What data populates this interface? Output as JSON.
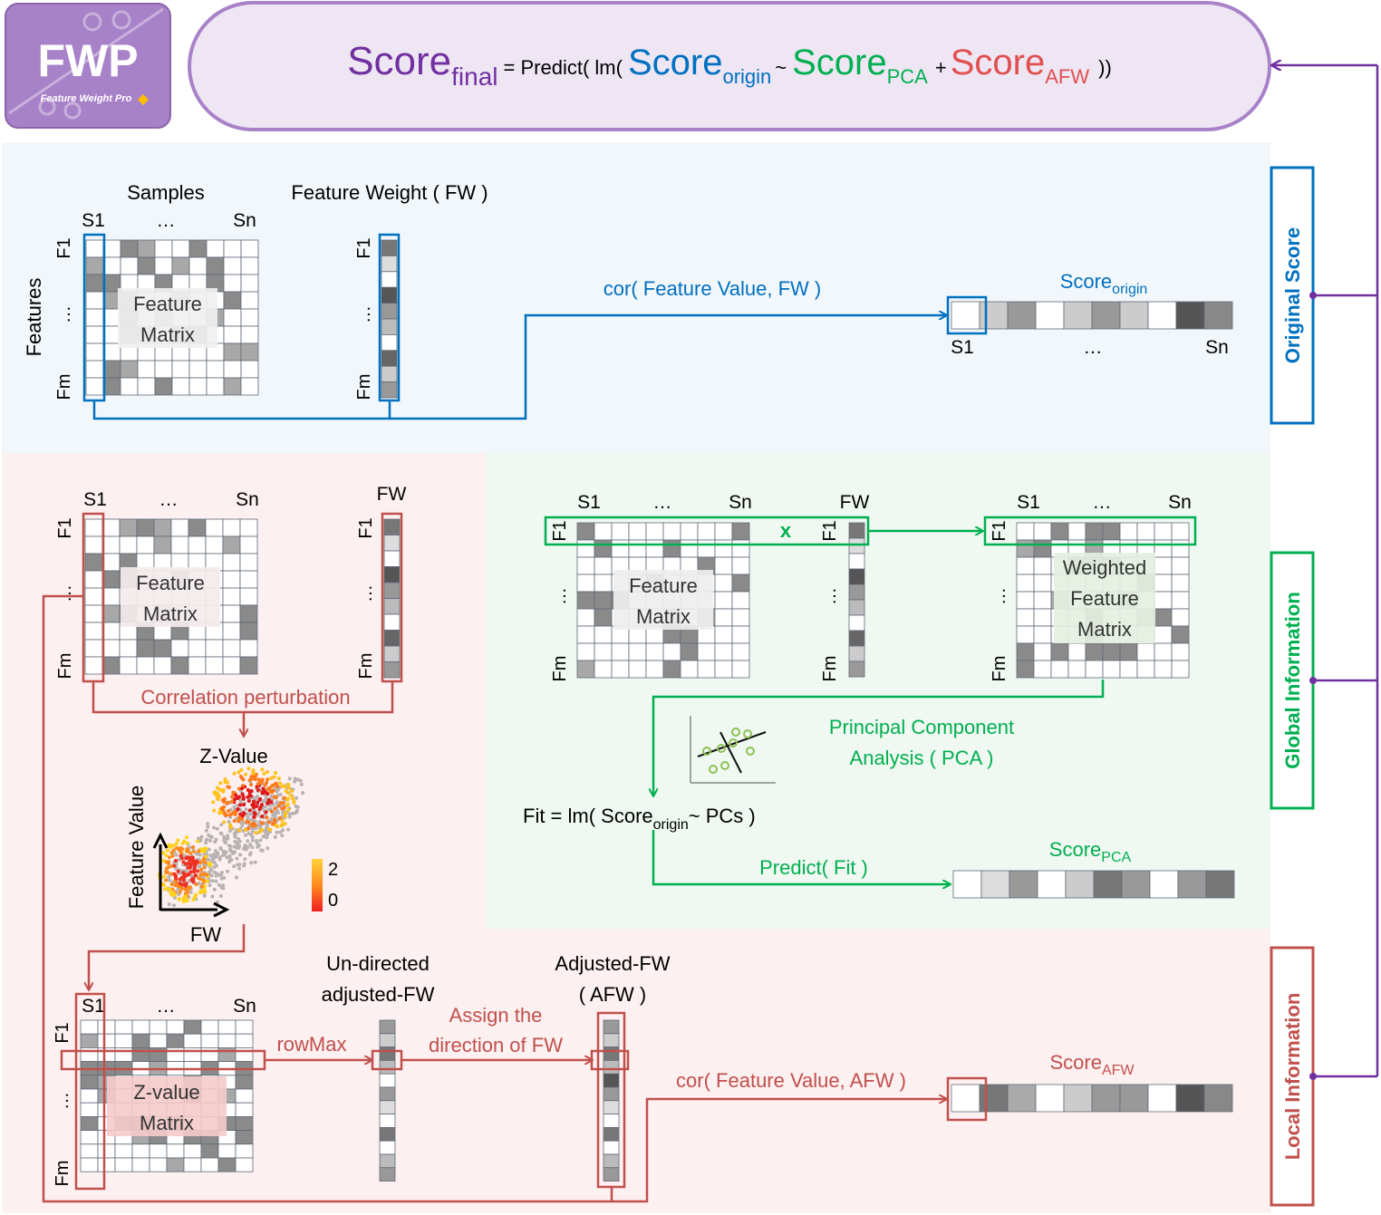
{
  "logo": {
    "title": "FWP",
    "subtitle": "Feature Weight Pro",
    "bg_color": "#a882c8",
    "border_color": "#8a64aa"
  },
  "formula": {
    "score": "Score",
    "final_sub": "final",
    "eq": "= Predict( lm(",
    "origin_sub": "origin",
    "tilde": "~",
    "pca_sub": "PCA",
    "plus": "+",
    "afw_sub": "AFW",
    "close": "))"
  },
  "original": {
    "samples": "Samples",
    "fw_title": "Feature Weight ( FW )",
    "s1": "S1",
    "dots": "…",
    "sn": "Sn",
    "features": "Features",
    "f1": "F1",
    "vdots": "…",
    "fm": "Fm",
    "matrix_line1": "Feature",
    "matrix_line2": "Matrix",
    "cor_label": "cor( Feature Value, FW )",
    "score_word": "Score",
    "score_sub": "origin",
    "side_label": "Original Score"
  },
  "local": {
    "s1": "S1",
    "dots": "…",
    "sn": "Sn",
    "fw": "FW",
    "f1": "F1",
    "vdots": "…",
    "fm": "Fm",
    "matrix_line1": "Feature",
    "matrix_line2": "Matrix",
    "corr_pert": "Correlation perturbation",
    "zvalue_title": "Z-Value",
    "feature_value_axis": "Feature Value",
    "fw_axis": "FW",
    "legend_max": "2",
    "legend_min": "0",
    "zmatrix_line1": "Z-value",
    "zmatrix_line2": "Matrix",
    "rowmax": "rowMax",
    "undirected_line1": "Un-directed",
    "undirected_line2": "adjusted-FW",
    "assign_line1": "Assign the",
    "assign_line2": "direction of FW",
    "adjusted_line1": "Adjusted-FW",
    "adjusted_line2": "( AFW )",
    "cor_afw": "cor( Feature Value, AFW )",
    "score_word": "Score",
    "score_sub": "AFW",
    "side_label": "Local Information"
  },
  "global": {
    "s1": "S1",
    "dots": "…",
    "sn": "Sn",
    "fw": "FW",
    "f1": "F1",
    "vdots": "…",
    "fm": "Fm",
    "x": "x",
    "matrix_line1": "Feature",
    "matrix_line2": "Matrix",
    "weighted_line1": "Weighted",
    "weighted_line2": "Feature",
    "weighted_line3": "Matrix",
    "pca_line1": "Principal Component",
    "pca_line2": "Analysis ( PCA )",
    "fit_prefix": "Fit = lm( Score",
    "fit_sub": "origin",
    "fit_suffix": "~ PCs  )",
    "predict": "Predict( Fit )",
    "score_word": "Score",
    "score_sub": "PCA",
    "side_label": "Global Information"
  },
  "colors": {
    "purple": "#7030a0",
    "blue": "#0070c0",
    "green": "#00b050",
    "red": "#c0504d",
    "score_red": "#e05050",
    "panel_blue": "#f2f7fb",
    "panel_red": "#fdf0f0",
    "panel_green": "#f0f8f2",
    "formula_bg": "#efe6f4"
  }
}
